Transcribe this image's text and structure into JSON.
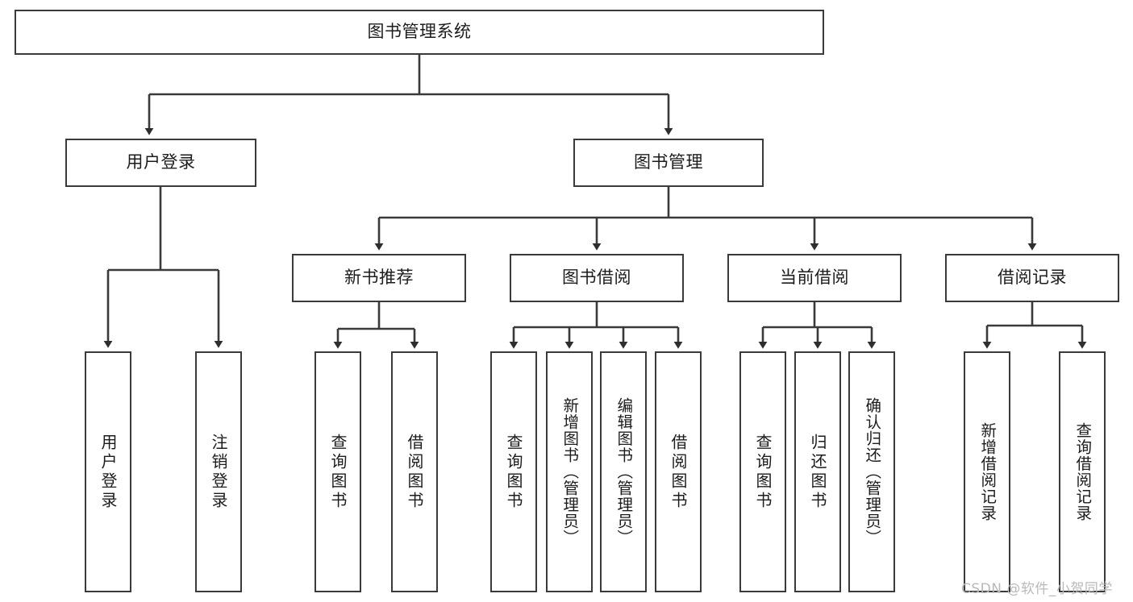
{
  "diagram": {
    "title": "图书管理系统",
    "watermark": "CSDN @软件_小贺同学",
    "stroke_color": "#3a3a3a",
    "background_color": "#ffffff",
    "text_color": "#1c1c1c",
    "watermark_color": "#b9b9b9",
    "root": {
      "label": "图书管理系统"
    },
    "level1": [
      {
        "label": "用户登录"
      },
      {
        "label": "图书管理"
      }
    ],
    "level2": [
      {
        "label": "新书推荐"
      },
      {
        "label": "图书借阅"
      },
      {
        "label": "当前借阅"
      },
      {
        "label": "借阅记录"
      }
    ],
    "leaves_user_login": [
      {
        "label": "用户登录"
      },
      {
        "label": "注销登录"
      }
    ],
    "leaves_new_books": [
      {
        "label": "查询图书"
      },
      {
        "label": "借阅图书"
      }
    ],
    "leaves_borrow": [
      {
        "label": "查询图书"
      },
      {
        "label": "新增图书（管理员）"
      },
      {
        "label": "编辑图书（管理员）"
      },
      {
        "label": "借阅图书"
      }
    ],
    "leaves_current": [
      {
        "label": "查询图书"
      },
      {
        "label": "归还图书"
      },
      {
        "label": "确认归还（管理员）"
      }
    ],
    "leaves_records": [
      {
        "label": "新增借阅记录"
      },
      {
        "label": "查询借阅记录"
      }
    ]
  }
}
